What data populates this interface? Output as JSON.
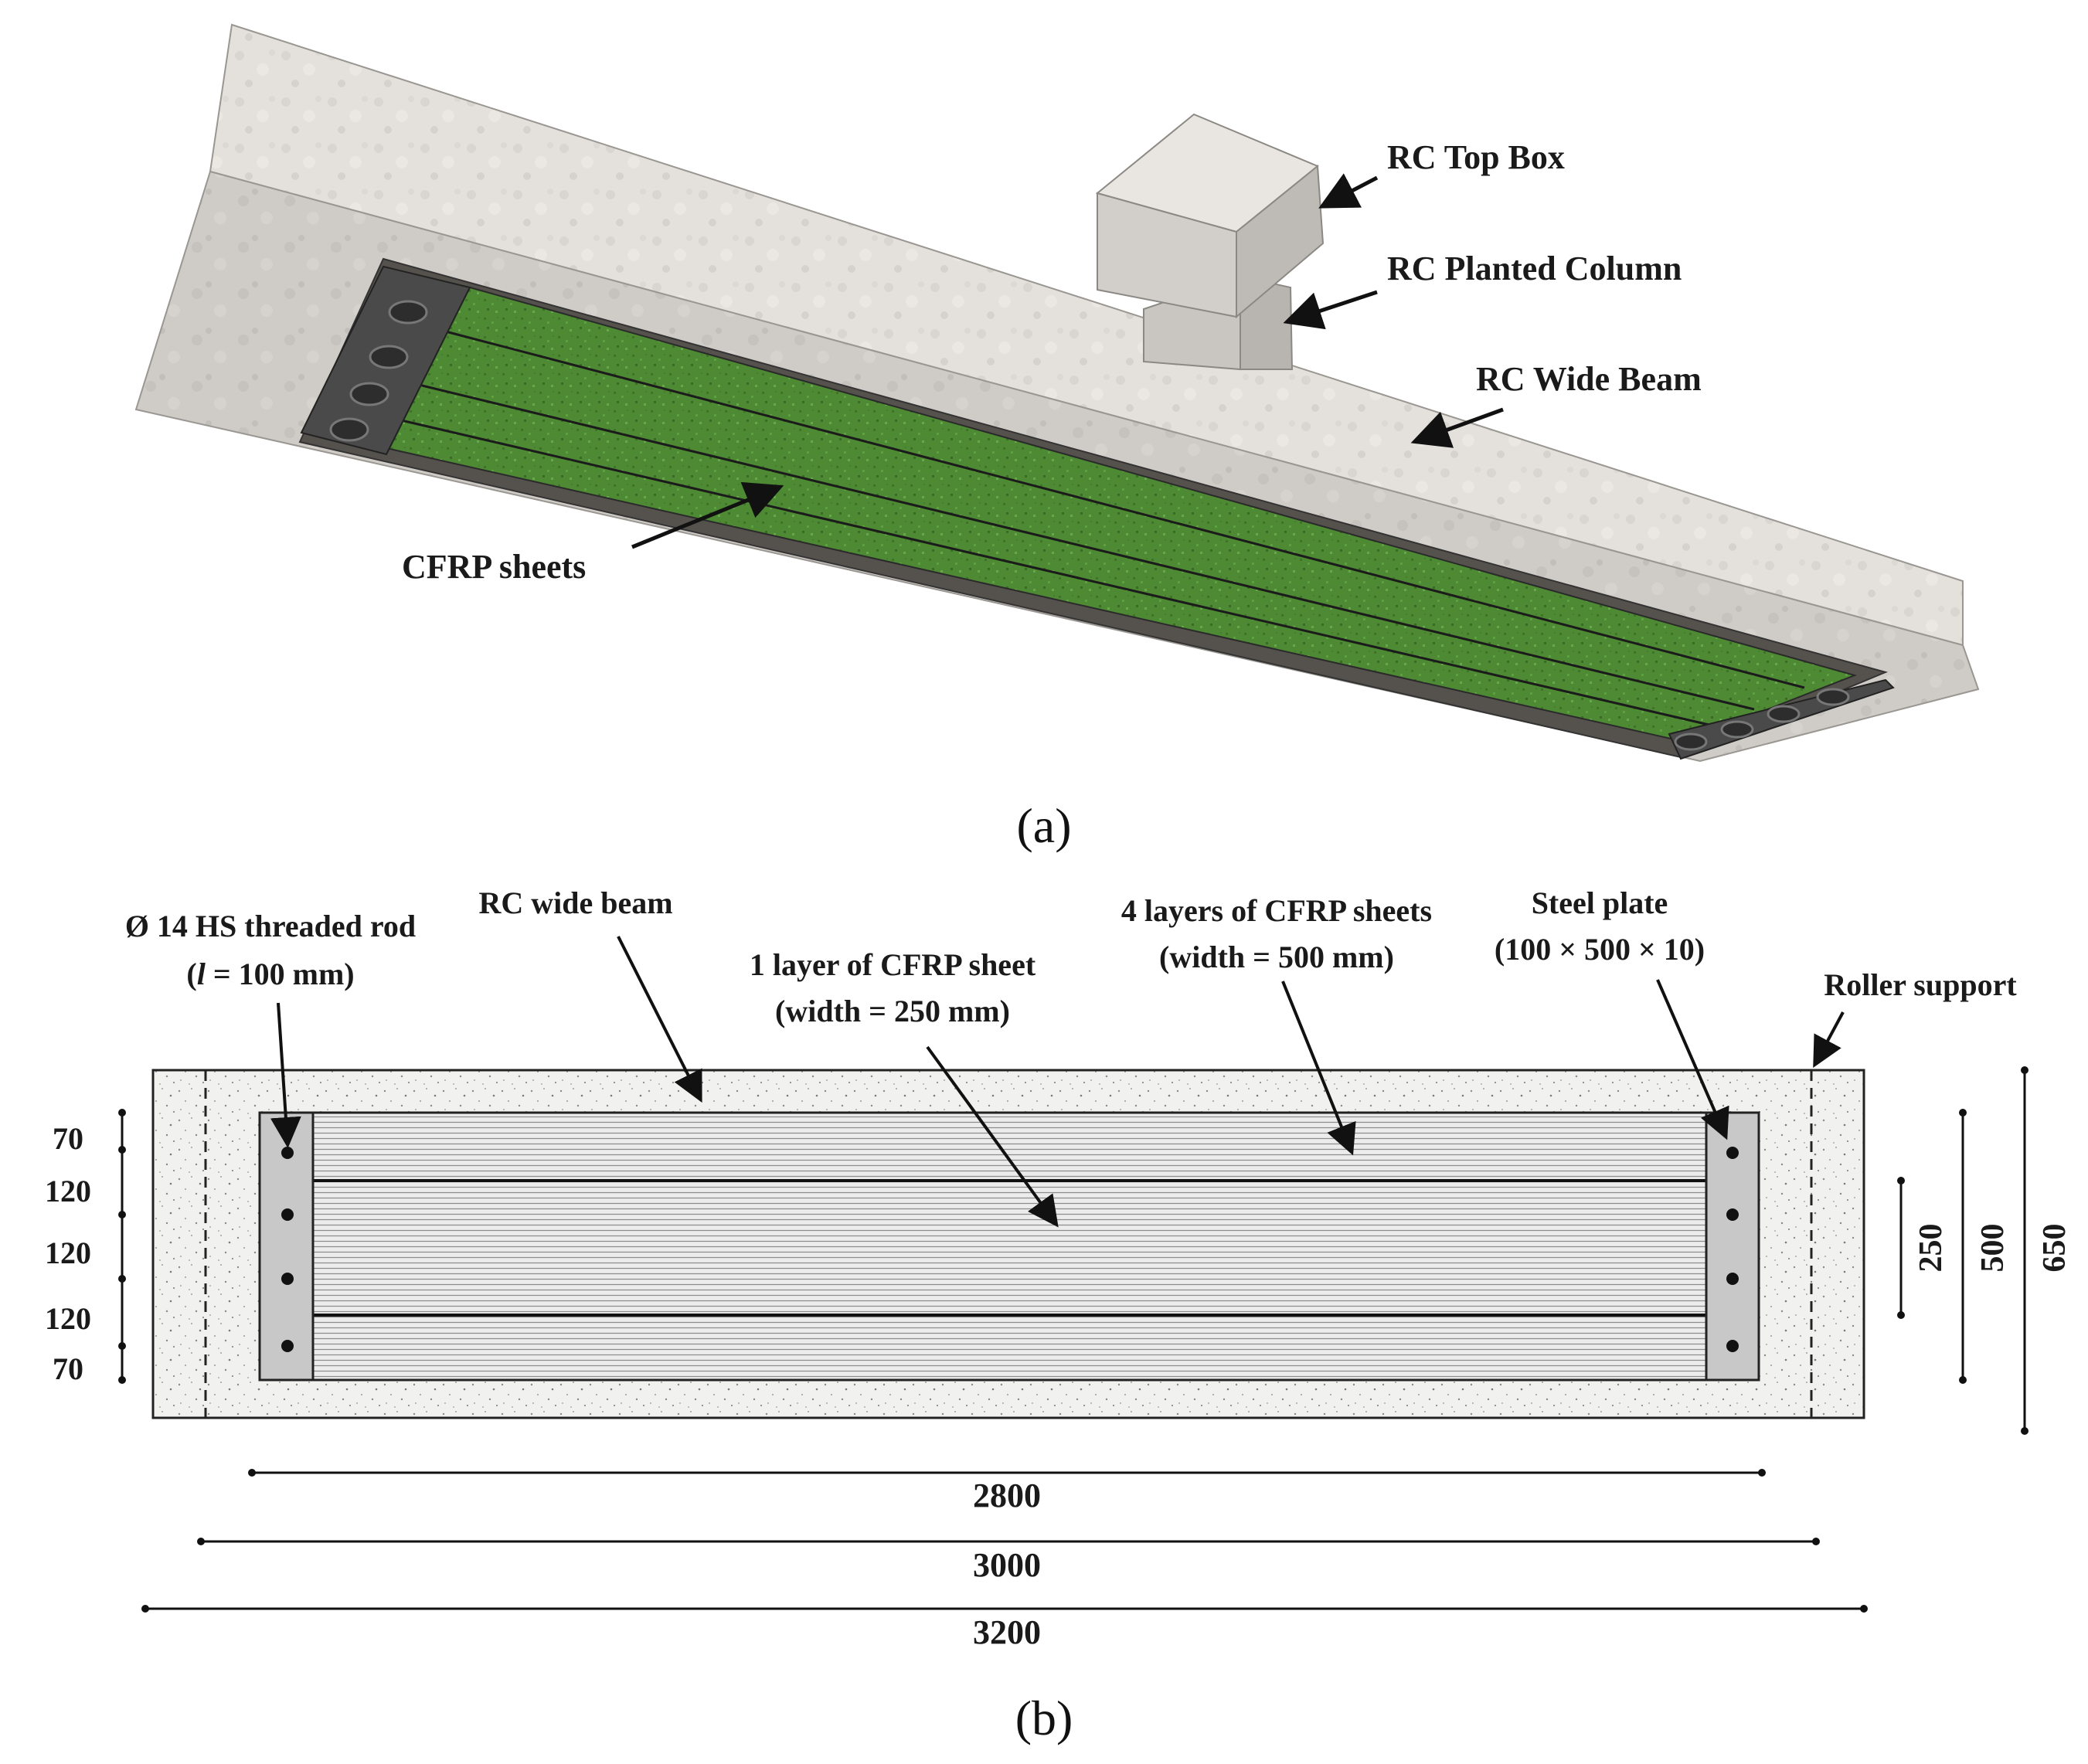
{
  "figure_a": {
    "caption": "(a)",
    "labels": {
      "top_box": "RC Top Box",
      "planted_column": "RC Planted Column",
      "wide_beam": "RC Wide Beam",
      "cfrp": "CFRP sheets"
    }
  },
  "figure_b": {
    "caption": "(b)",
    "labels": {
      "rod_line1": "Ø 14 HS threaded rod",
      "rod_line2_pre": "(",
      "rod_line2_l": "l",
      "rod_line2_post": " = 100 mm)",
      "wide_beam": "RC wide beam",
      "one_layer_line1": "1 layer of CFRP sheet",
      "one_layer_line2": "(width = 250 mm)",
      "four_layers_line1": "4 layers of CFRP sheets",
      "four_layers_line2": "(width = 500 mm)",
      "steel_plate_line1": "Steel plate",
      "steel_plate_line2": "(100 × 500 × 10)",
      "roller": "Roller support"
    },
    "left_dims": [
      "70",
      "120",
      "120",
      "120",
      "70"
    ],
    "right_dims": [
      "250",
      "500",
      "650"
    ],
    "bottom_dims": [
      "2800",
      "3000",
      "3200"
    ]
  },
  "colors": {
    "concrete": "#dedbd6",
    "cfrp_green": "#4f8a35",
    "steel": "#c9c9c9",
    "ink": "#111111"
  }
}
